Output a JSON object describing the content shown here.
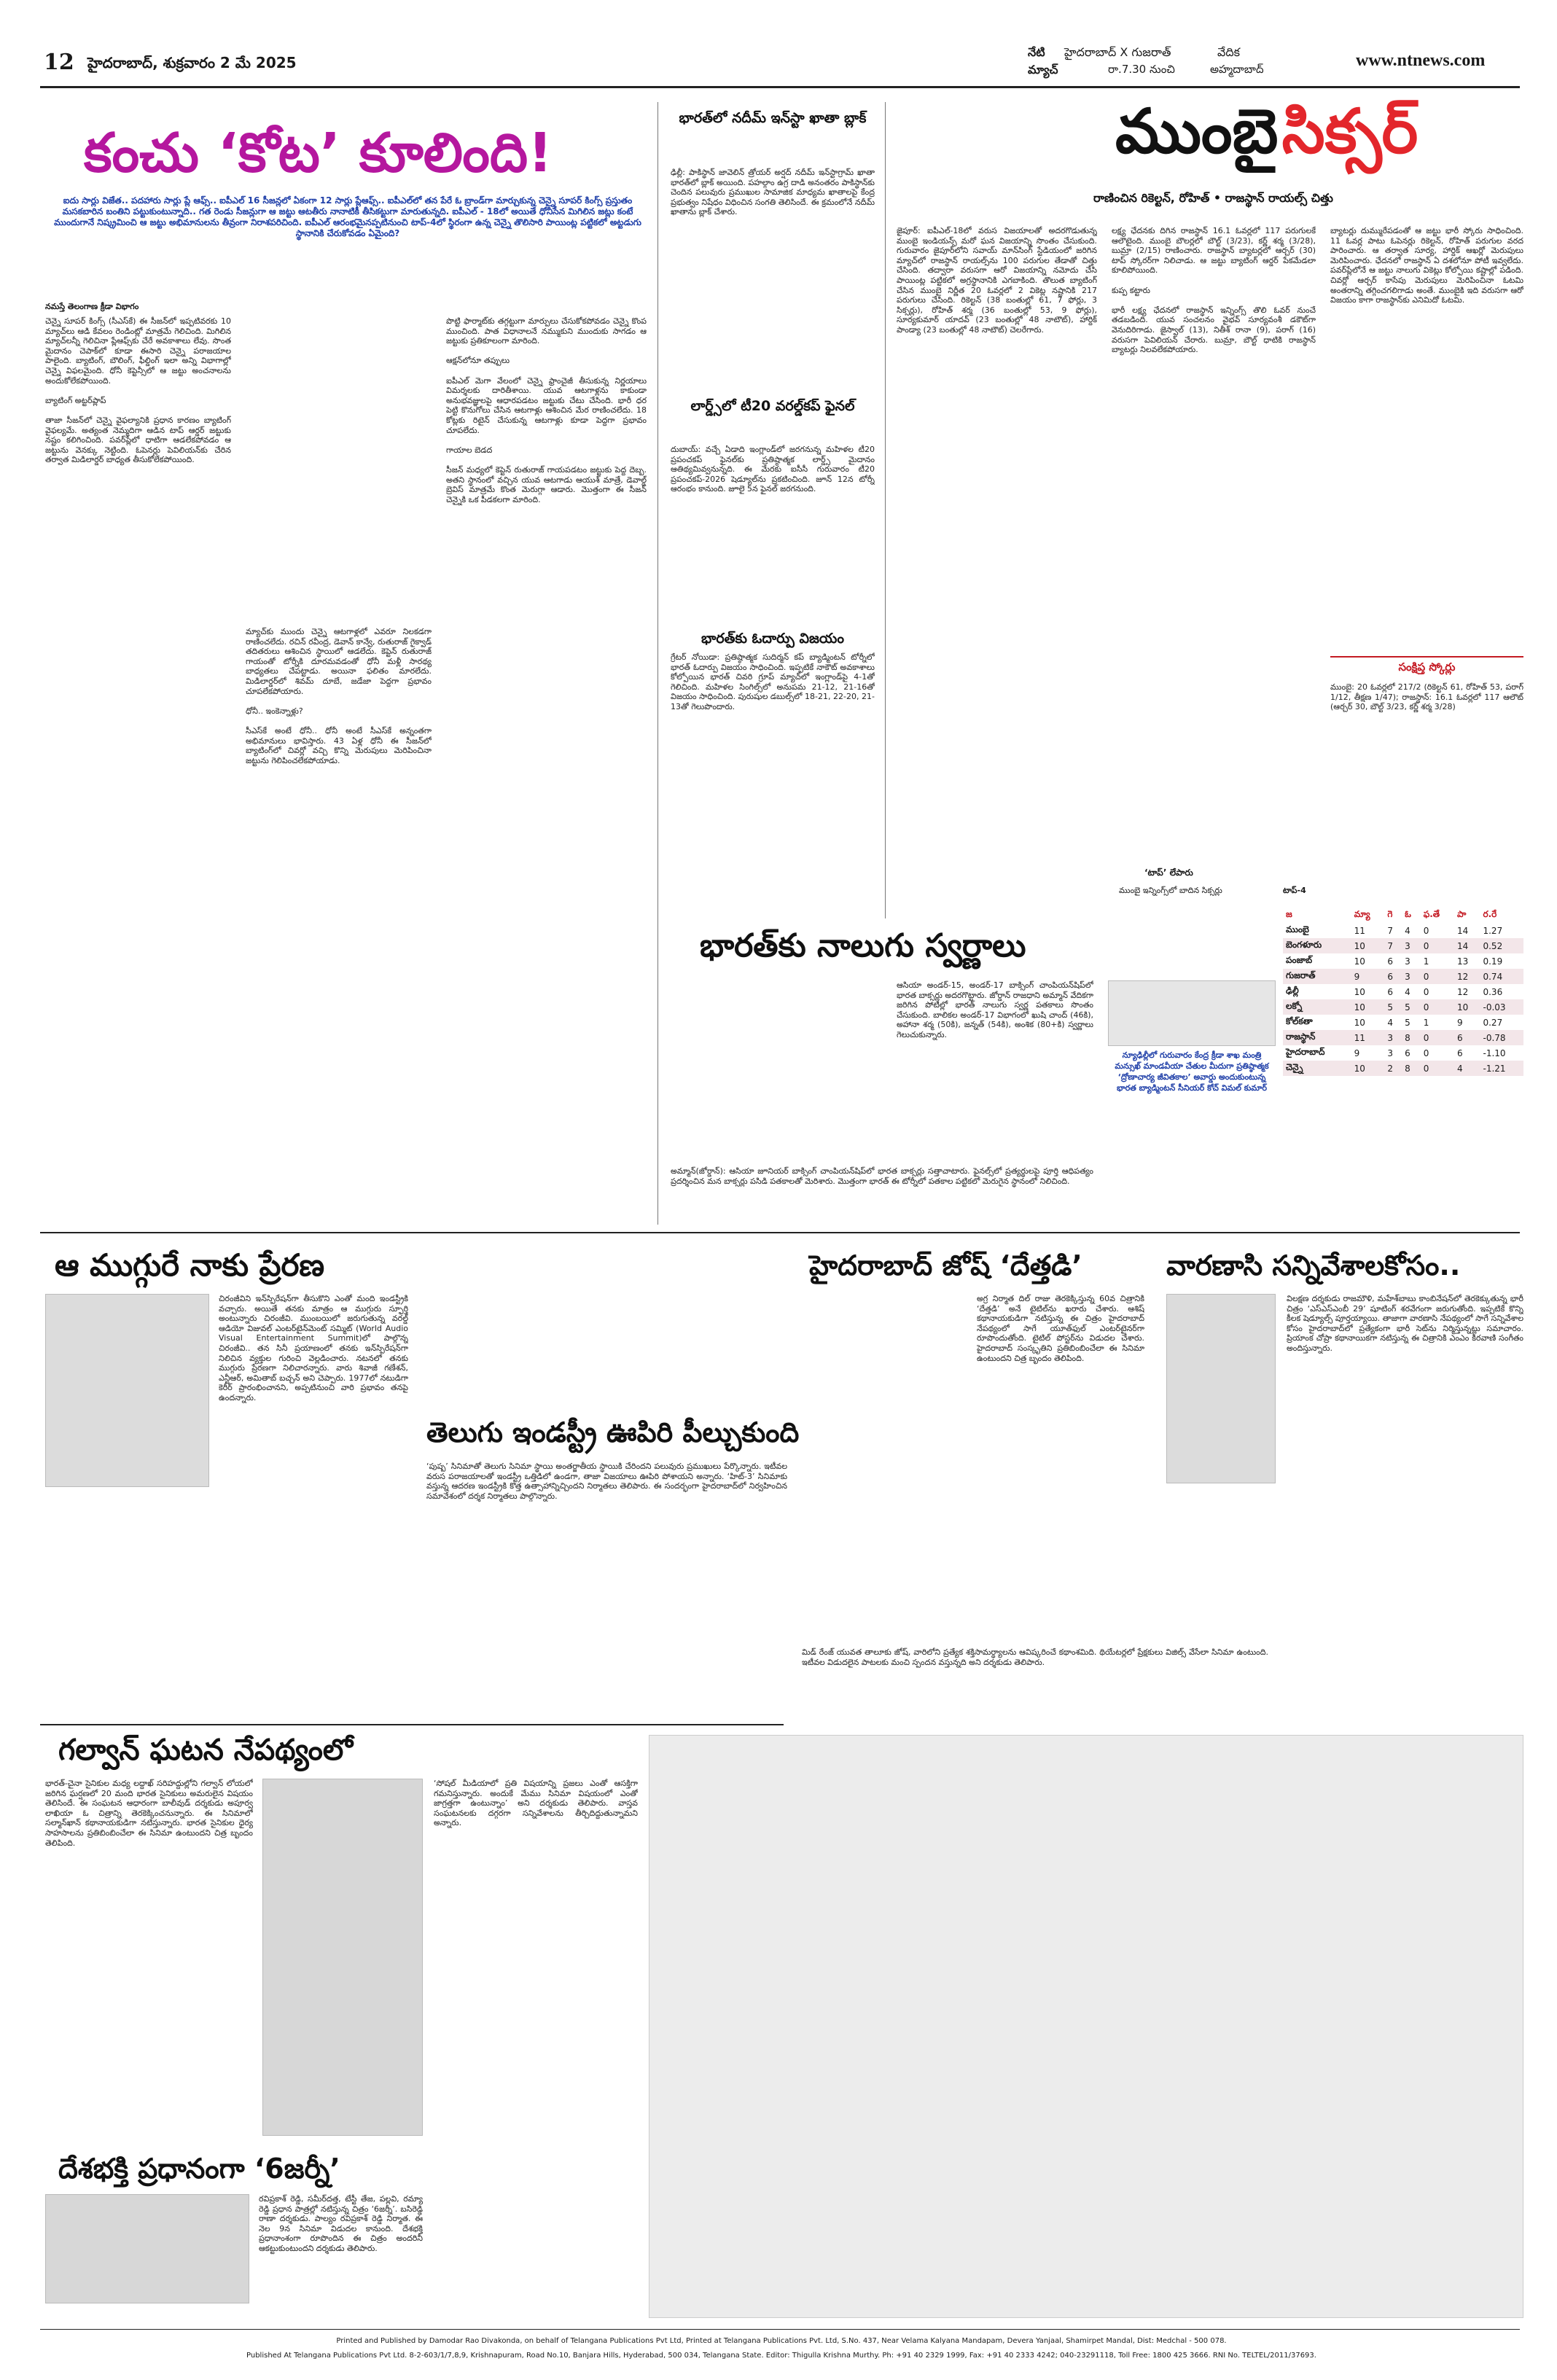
{
  "masthead": {
    "page_no": "12",
    "city_date": "హైదరాబాద్, శుక్రవారం 2 మే 2025",
    "today_label": "నేటి",
    "today_match": "హైదరాబాద్ X గుజరాత్",
    "venue_label": "వేదిక",
    "match_label": "మ్యాచ్",
    "match_time": "రా.7.30 నుంచి",
    "venue": "అహ్మదాబాద్",
    "url": "www.ntnews.com"
  },
  "lead_story": {
    "headline": "కంచు ‘కోట’ కూలింది!",
    "deck": "ఐదు సార్లు విజేత.. పదహారు సార్లు ప్లే ఆఫ్స్‌.. ఐపీఎల్‌ 16 సీజన్లలో ఏకంగా 12 సార్లు ప్లేఆఫ్స్‌.. ఐపీఎల్‌లో తన పేరే ఓ బ్రాండ్‌గా మార్చుకున్న చెన్నై సూపర్‌ కింగ్స్‌ ప్రస్తుతం మసకబారిన బంతిని పట్టుకుంటున్నాది.. గత రెండు సీజన్లుగా ఆ జట్టు ఆటతీరు నానాటికీ తీసికట్టుగా మారుతున్నది. ఐపీఎల్‌ - 18లో అయితే ధోనీసేన మిగిలిన జట్లు కంటే ముందుగానే నిష్క్రమించి ఆ జట్టు అభిమానులను తీవ్రంగా నిరాశపరిచింది. ఐపీఎల్‌ ఆరంభమైనప్పటినుంచి టాప్‌-4లో స్థిరంగా ఉన్న చెన్నై తొలిసారి పాయింట్ల పట్టికలో అట్టడుగు స్థానానికి చేరుకోవడం ఏమైంది?",
    "byline": "నమస్తే తెలంగాణ క్రీడా విభాగం",
    "sub_batting": "బ్యాటింగ్‌ అట్టర్‌ప్లాప్‌",
    "sub_retention": "ఆక్షన్‌లోనూ తప్పులు",
    "sub_injury": "గాయాల బెడద",
    "sub_dhoni": "ధోనీ.. ఇంకెన్నాళ్లు?",
    "col1": "చెన్నై సూపర్‌ కింగ్స్‌ (సీఎస్‌కే) ఈ సీజన్‌లో ఇప్పటివరకు 10 మ్యాచ్‌లు ఆడి కేవలం రెండింట్లో మాత్రమే గెలిచింది. మిగిలిన మ్యాచ్‌లన్నీ గెలిచినా ప్లేఆఫ్స్‌కు చేరే అవకాశాలు లేవు. సొంత మైదానం చెపాక్‌లో కూడా ఈసారి చెన్నై పరాజయాల పాలైంది. బ్యాటింగ్‌, బౌలింగ్‌, ఫీల్డింగ్‌ ఇలా అన్ని విభాగాల్లో చెన్నై విఫలమైంది. ధోనీ కెప్టెన్సీలో ఆ జట్టు అంచనాలను అందుకోలేకపోయింది.\n\nబ్యాటింగ్‌ అట్టర్‌ప్లాప్‌\n\nతాజా సీజన్‌లో చెన్నై వైఫల్యానికి ప్రధాన కారణం బ్యాటింగ్‌ వైఫల్యమే. అత్యంత నెమ్మదిగా ఆడిన టాప్‌ ఆర్డర్‌ జట్టుకు నష్టం కలిగించింది. పవర్‌ప్లేలో ధాటిగా ఆడలేకపోవడం ఆ జట్టును వెనక్కు నెట్టింది. ఓపెనర్లు పెవిలియన్‌కు చేరిన తర్వాత మిడిలార్డర్‌ బాధ్యత తీసుకోలేకపోయింది.",
    "col2": "మ్యాచ్‌కు ముందు చెన్నై ఆటగాళ్లలో ఎవరూ నిలకడగా రాణించలేదు. రచిన్‌ రవీంద్ర, డెవాన్‌ కాన్వే, రుతురాజ్‌ గైక్వాడ్‌ తదితరులు ఆశించిన స్థాయిలో ఆడలేదు. కెప్టెన్‌ రుతురాజ్‌ గాయంతో టోర్నీకి దూరమవడంతో ధోనీ మళ్లీ సారథ్య బాధ్యతలు చేపట్టాడు. అయినా ఫలితం మారలేదు. మిడిలార్డర్‌లో శివమ్‌ దూబే, జడేజా పెద్దగా ప్రభావం చూపలేకపోయారు.\n\nధోనీ.. ఇంకెన్నాళ్లు?\n\nసీఎస్‌కే అంటే ధోనీ.. ధోనీ అంటే సీఎస్‌కే అన్నంతగా అభిమానులు భావిస్తారు. 43 ఏళ్ల ధోనీ ఈ సీజన్‌లో బ్యాటింగ్‌లో చివర్లో వచ్చి కొన్ని మెరుపులు మెరిపించినా జట్టును గెలిపించలేకపోయాడు.",
    "col3": "పొట్టి ఫార్మాట్‌కు తగ్గట్టుగా మార్పులు చేసుకోకపోవడం చెన్నై కొంప ముంచింది. పాత విధానాలనే నమ్ముకుని ముందుకు సాగడం ఆ జట్టుకు ప్రతికూలంగా మారింది.\n\nఆక్షన్‌లోనూ తప్పులు\n\nఐపీఎల్‌ మెగా వేలంలో చెన్నై ఫ్రాంచైజీ తీసుకున్న నిర్ణయాలు విమర్శలకు దారితీశాయి. యువ ఆటగాళ్లను కాకుండా అనుభవజ్ఞులపై ఆధారపడటం జట్టుకు చేటు చేసింది. భారీ ధర పెట్టి కొనుగోలు చేసిన ఆటగాళ్లు ఆశించిన మేర రాణించలేదు. 18 కోట్లకు రిటైన్‌ చేసుకున్న ఆటగాళ్లు కూడా పెద్దగా ప్రభావం చూపలేదు.\n\nగాయాల బెడద\n\nసీజన్‌ మధ్యలో కెప్టెన్‌ రుతురాజ్‌ గాయపడటం జట్టుకు పెద్ద దెబ్బ. అతని స్థానంలో వచ్చిన యువ ఆటగాడు ఆయుశ్‌ మాత్రే, డెవాల్డ్‌ బ్రెవిస్‌ మాత్రమే కొంత మెరుగ్గా ఆడారు. మొత్తంగా ఈ సీజన్‌ చెన్నైకి ఒక పీడకలగా మారింది."
  },
  "brief1": {
    "headline": "భారత్‌లో నదీమ్‌ ఇన్‌స్టా ఖాతా బ్లాక్‌",
    "body": "ఢిల్లీ: పాకిస్థాన్‌ జావెలిన్‌ త్రోయర్‌ అర్షద్‌ నదీమ్‌ ఇన్‌స్టాగ్రామ్‌ ఖాతా భారత్‌లో బ్లాక్‌ అయింది. పహల్గాం ఉగ్ర దాడి అనంతరం పాకిస్థాన్‌కు చెందిన పలువురు ప్రముఖుల సామాజిక మాధ్యమ ఖాతాలపై కేంద్ర ప్రభుత్వం నిషేధం విధించిన సంగతి తెలిసిందే. ఈ క్రమంలోనే నదీమ్‌ ఖాతాను బ్లాక్‌ చేశారు."
  },
  "brief2": {
    "headline": "లార్డ్స్‌లో టీ20 వరల్డ్‌కప్‌ ఫైనల్‌",
    "body": "దుబాయ్‌: వచ్చే ఏడాది ఇంగ్లాండ్‌లో జరగనున్న మహిళల టీ20 ప్రపంచకప్‌ ఫైనల్‌కు ప్రతిష్ఠాత్మక లార్డ్స్‌ మైదానం ఆతిథ్యమివ్వనున్నది. ఈ మేరకు ఐసీసీ గురువారం టీ20 ప్రపంచకప్‌-2026 షెడ్యూల్‌ను ప్రకటించింది. జూన్‌ 12న టోర్నీ ఆరంభం కానుంది. జూలై 5న ఫైనల్‌ జరగనుంది."
  },
  "brief3": {
    "headline": "భారత్‌కు ఓదార్పు విజయం",
    "body": "గ్రేటర్‌ నోయిడా: ప్రతిష్ఠాత్మక సుదిర్మన్‌ కప్‌ బ్యాడ్మింటన్‌ టోర్నీలో భారత్‌ ఓదార్పు విజయం సాధించింది. ఇప్పటికే నాకౌట్‌ అవకాశాలు కోల్పోయిన భారత్‌ చివరి గ్రూప్‌ మ్యాచ్‌లో ఇంగ్లాండ్‌పై 4-1తో గెలిచింది. మహిళల సింగిల్స్‌లో అనుపమ 21-12, 21-16తో విజయం సాధించింది. పురుషుల డబుల్స్‌లో 18-21, 22-20, 21-13తో గెలుపొందారు."
  },
  "mumbai": {
    "headline_1": "ముంబై",
    "headline_2": "సిక్సర్‌",
    "subline": "రాణించిన రికెల్టన్‌, రోహిత్‌ • రాజస్థాన్‌ రాయల్స్‌ చిత్తు",
    "body1": "జైపూర్‌: ఐపీఎల్‌-18లో వరుస విజయాలతో అదరగొడుతున్న ముంబై ఇండియన్స్‌ మరో ఘన విజయాన్ని సొంతం చేసుకుంది. గురువారం జైపూర్‌లోని సవాయ్‌ మాన్‌సింగ్‌ స్టేడియంలో జరిగిన మ్యాచ్‌లో రాజస్థాన్‌ రాయల్స్‌ను 100 పరుగుల తేడాతో చిత్తు చేసింది. తద్వారా వరుసగా ఆరో విజయాన్ని నమోదు చేసి పాయింట్ల పట్టికలో అగ్రస్థానానికి ఎగబాకింది. తొలుత బ్యాటింగ్‌ చేసిన ముంబై నిర్ణీత 20 ఓవర్లలో 2 వికెట్ల నష్టానికి 217 పరుగులు చేసింది. రికెల్టన్‌ (38 బంతుల్లో 61, 7 ఫోర్లు, 3 సిక్సర్లు), రోహిత్‌ శర్మ (36 బంతుల్లో 53, 9 ఫోర్లు), సూర్యకుమార్‌ యాదవ్‌ (23 బంతుల్లో 48 నాటౌట్‌), హార్దిక్‌ పాండ్యా (23 బంతుల్లో 48 నాటౌట్‌) చెలరేగారు.",
    "body2": "లక్ష్య ఛేదనకు దిగిన రాజస్థాన్‌ 16.1 ఓవర్లలో 117 పరుగులకే ఆలౌటైంది. ముంబై బౌలర్లలో బౌల్ట్‌ (3/23), కర్ణ్‌ శర్మ (3/28), బుమ్రా (2/15) రాణించారు. రాజస్థాన్‌ బ్యాటర్లలో ఆర్చర్‌ (30) టాప్‌ స్కోరర్‌గా నిలిచాడు. ఆ జట్టు బ్యాటింగ్‌ ఆర్డర్‌ పేకమేడలా కూలిపోయింది.\n\nకుప్ప కట్టారు\n\nభారీ లక్ష్య ఛేదనలో రాజస్థాన్‌ ఇన్నింగ్స్‌ తొలి ఓవర్‌ నుంచే తడబడింది. యువ సంచలనం వైభవ్‌ సూర్యవంశీ డకౌట్‌గా వెనుదిరిగాడు. జైస్వాల్‌ (13), నితీశ్‌ రానా (9), పరాగ్‌ (16) వరుసగా పెవిలియన్‌ చేరారు. బుమ్రా, బౌల్ట్‌ ధాటికి రాజస్థాన్‌ బ్యాటర్లు నిలవలేకపోయారు.",
    "body3": "బ్యాటర్లు దుమ్మురేపడంతో ఆ జట్టు భారీ స్కోరు సాధించింది. 11 ఓవర్ల పాటు ఓపెనర్లు రికెల్టన్‌, రోహిత్‌ పరుగుల వరద పారించారు. ఆ తర్వాత సూర్య, హార్దిక్‌ ఆఖర్లో మెరుపులు మెరిపించారు. ఛేదనలో రాజస్థాన్‌ ఏ దశలోనూ పోటీ ఇవ్వలేదు. పవర్‌ప్లేలోనే ఆ జట్టు నాలుగు వికెట్లు కోల్పోయి కష్టాల్లో పడింది. చివర్లో ఆర్చర్‌ కాసేపు మెరుపులు మెరిపించినా ఓటమి అంతరాన్ని తగ్గించగలిగాడు అంతే. ముంబైకి ఇది వరుసగా ఆరో విజయం కాగా రాజస్థాన్‌కు ఎనిమిదో ఓటమి.",
    "scores_title": "సంక్షిప్త స్కోర్లు",
    "scores": "ముంబై: 20 ఓవర్లలో 217/2 (రికెల్టన్‌ 61, రోహిత్‌ 53, పరాగ్‌ 1/12, తీక్షణ 1/47); రాజస్థాన్‌: 16.1 ఓవర్లలో 117 ఆలౌట్‌ (ఆర్చర్‌ 30, బౌల్ట్‌ 3/23, కర్ణ్‌ శర్మ 3/28)",
    "top4_label": "‘టాప్‌’ లేపారు",
    "mi_innings": "ముంబై ఇన్నింగ్స్‌లో బాదిన సిక్సర్లు",
    "top4": "టాప్‌-4"
  },
  "points_table": {
    "columns": [
      "జ",
      "మ్యా",
      "గె",
      "ఓ",
      "ఫ.తే",
      "పా",
      "ర.రే"
    ],
    "rows": [
      [
        "ముంబై",
        "11",
        "7",
        "4",
        "0",
        "14",
        "1.27"
      ],
      [
        "బెంగళూరు",
        "10",
        "7",
        "3",
        "0",
        "14",
        "0.52"
      ],
      [
        "పంజాబ్‌",
        "10",
        "6",
        "3",
        "1",
        "13",
        "0.19"
      ],
      [
        "గుజరాత్‌",
        "9",
        "6",
        "3",
        "0",
        "12",
        "0.74"
      ],
      [
        "ఢిల్లీ",
        "10",
        "6",
        "4",
        "0",
        "12",
        "0.36"
      ],
      [
        "లక్నో",
        "10",
        "5",
        "5",
        "0",
        "10",
        "-0.03"
      ],
      [
        "కోల్‌కతా",
        "10",
        "4",
        "5",
        "1",
        "9",
        "0.27"
      ],
      [
        "రాజస్థాన్‌",
        "11",
        "3",
        "8",
        "0",
        "6",
        "-0.78"
      ],
      [
        "హైదరాబాద్‌",
        "9",
        "3",
        "6",
        "0",
        "6",
        "-1.10"
      ],
      [
        "చెన్నై",
        "10",
        "2",
        "8",
        "0",
        "4",
        "-1.21"
      ]
    ]
  },
  "gold": {
    "headline": "భారత్‌కు నాలుగు స్వర్ణాలు",
    "body1": "ఆసియా అండర్‌-15, అండర్‌-17 బాక్సింగ్‌ చాంపియన్‌షిప్‌లో భారత బాక్సర్లు అదరగొట్టారు. జోర్డాన్‌ రాజధాని అమ్మాన్‌ వేదికగా జరిగిన పోటీల్లో భారత్‌ నాలుగు స్వర్ణ పతకాలు సొంతం చేసుకుంది. బాలికల అండర్‌-17 విభాగంలో ఖుషి చాంద్‌ (46కి), అహానా శర్మ (50కి), జన్నత్‌ (54కి), అంశిక (80+కి) స్వర్ణాలు గెలుచుకున్నారు.",
    "body2": "అమ్మాన్‌(జోర్డాన్‌): ఆసియా జూనియర్‌ బాక్సింగ్‌ చాంపియన్‌షిప్‌లో భారత బాక్సర్లు సత్తాచాటారు. ఫైనల్స్‌లో ప్రత్యర్థులపై పూర్తి ఆధిపత్యం ప్రదర్శించిన మన బాక్సర్లు పసిడి పతకాలతో మెరిశారు. మొత్తంగా భారత్‌ ఈ టోర్నీలో పతకాల పట్టికలో మెరుగైన స్థానంలో నిలిచింది.",
    "caption": "న్యూఢిల్లీలో గురువారం కేంద్ర క్రీడా శాఖ మంత్రి మన్సుఖ్‌ మాండవీయా చేతుల మీదుగా ప్రతిష్ఠాత్మక ‘ద్రోణాచార్య జీవితకాల’ అవార్డు అందుకుంటున్న భారత బ్యాడ్మింటన్‌ సీనియర్‌ కోచ్‌ విమల్‌ కుమార్‌"
  },
  "ent1": {
    "headline": "ఆ ముగ్గురే నాకు ప్రేరణ",
    "body": "చిరంజీవిని ఇన్‌స్పిరేషన్‌గా తీసుకొని ఎంతో మంది ఇండస్ట్రీకి వచ్చారు. అయితే తనకు మాత్రం ఆ ముగ్గురు స్ఫూర్తి అంటున్నారు చిరంజీవి. ముంబయిలో జరుగుతున్న వరల్డ్‌ ఆడియో విజువల్‌ ఎంటర్‌టైన్‌మెంట్‌ సమ్మిట్‌ (World Audio Visual Entertainment Summit)లో పాల్గొన్న చిరంజీవి.. తన సినీ ప్రయాణంలో తనకు ఇన్‌స్పిరేషన్‌గా నిలిచిన వ్యక్తుల గురించి వెల్లడించారు. నటనలో తనకు ముగ్గురు ప్రేరణగా నిలిచారన్నారు. వారు శివాజీ గణేశన్‌, ఎన్టీఆర్‌, అమితాబ్‌ బచ్చన్‌ అని చెప్పారు. 1977లో నటుడిగా కెరీర్‌ ప్రారంభించానని, అప్పటినుంచి వారి ప్రభావం తనపై ఉందన్నారు."
  },
  "ent2": {
    "headline": "హైదరాబాద్‌ జోష్‌ ‘దేత్తడి’",
    "body": "అగ్ర నిర్మాత దిల్‌ రాజు తెరకెక్కిస్తున్న 60వ చిత్రానికి ‘దేత్తడి’ అనే టైటిల్‌ను ఖరారు చేశారు. ఆశిష్‌ కథానాయకుడిగా నటిస్తున్న ఈ చిత్రం హైదరాబాద్‌ నేపథ్యంలో సాగే యూత్‌ఫుల్‌ ఎంటర్‌టైనర్‌గా రూపొందుతోంది. టైటిల్‌ పోస్టర్‌ను విడుదల చేశారు. హైదరాబాద్‌ సంస్కృతిని ప్రతిబింబించేలా ఈ సినిమా ఉంటుందని చిత్ర బృందం తెలిపింది."
  },
  "ent3": {
    "headline": "వారణాసి సన్నివేశాలకోసం..",
    "body": "విలక్షణ దర్శకుడు రాజమౌళి, మహేశ్‌బాబు కాంబినేషన్‌లో తెరకెక్కుతున్న భారీ చిత్రం ‘ఎస్‌ఎస్‌ఎంబీ 29’ షూటింగ్‌ శరవేగంగా జరుగుతోంది. ఇప్పటికే కొన్ని కీలక షెడ్యూల్స్‌ పూర్తయ్యాయి. తాజాగా వారణాసి నేపథ్యంలో సాగే సన్నివేశాల కోసం హైదరాబాద్‌లో ప్రత్యేకంగా భారీ సెట్‌ను నిర్మిస్తున్నట్లు సమాచారం. ప్రియాంక చోప్రా కథానాయికగా నటిస్తున్న ఈ చిత్రానికి ఎంఎం కీరవాణి సంగీతం అందిస్తున్నారు."
  },
  "ent4": {
    "headline": "తెలుగు ఇండస్ట్రీ ఊపిరి పీల్చుకుంది",
    "body": "‘పుష్ప’ సినిమాతో తెలుగు సినిమా స్థాయి అంతర్జాతీయ స్థాయికి చేరిందని పలువురు ప్రముఖులు పేర్కొన్నారు. ఇటీవల వరుస పరాజయాలతో ఇండస్ట్రీ ఒత్తిడిలో ఉండగా, తాజా విజయాలు ఊపిరి పోశాయని అన్నారు. ‘హిట్‌-3’ సినిమాకు వస్తున్న ఆదరణ ఇండస్ట్రీకి కొత్త ఉత్సాహాన్నిచ్చిందని నిర్మాతలు తెలిపారు. ఈ సందర్భంగా హైదరాబాద్‌లో నిర్వహించిన సమావేశంలో దర్శక నిర్మాతలు పాల్గొన్నారు.",
    "body2": "మిడ్‌ రేంజ్‌ యువత తాలూకు జోష్‌, వారిలోని ప్రత్యేక శక్తిసామర్థ్యాలను ఆవిష్కరించే కథాంశమిది. థియేటర్లలో ప్రేక్షకులు విజిల్స్‌ వేసేలా సినిమా ఉంటుంది. ఇటీవల విడుదలైన పాటలకు మంచి స్పందన వస్తున్నది అని దర్శకుడు తెలిపారు."
  },
  "galwan": {
    "headline": "గల్వాన్‌ ఘటన నేపథ్యంలో",
    "body": "భారత్‌-చైనా సైనికుల మధ్య లద్దాఖ్‌ సరిహద్దుల్లోని గల్వాన్‌ లోయలో జరిగిన ఘర్షణలో 20 మంది భారత సైనికులు అమరులైన విషయం తెలిసిందే. ఈ సంఘటన ఆధారంగా బాలీవుడ్‌ దర్శకుడు అపూర్వ లాఖియా ఓ చిత్రాన్ని తెరకెక్కించనున్నారు. ఈ సినిమాలో సల్మాన్‌ఖాన్‌ కథానాయకుడిగా నటిస్తున్నారు. భారత సైనికుల ధైర్య సాహసాలను ప్రతిబింబించేలా ఈ సినిమా ఉంటుందని చిత్ర బృందం తెలిపింది.",
    "body2": "‘సోషల్‌ మీడియాలో ప్రతి విషయాన్ని ప్రజలు ఎంతో ఆసక్తిగా గమనిస్తున్నారు. అందుకే మేము సినిమా విషయంలో ఎంతో జాగ్రత్తగా ఉంటున్నాం’ అని దర్శకుడు తెలిపారు. వాస్తవ సంఘటనలకు దగ్గరగా సన్నివేశాలను తీర్చిదిద్దుతున్నామని అన్నారు."
  },
  "jersey": {
    "headline": "దేశభక్తి ప్రధానంగా ‘6జర్నీ’",
    "body": "రవిప్రకాశ్‌ రెడ్డి, సమీర్‌దత్త, టేస్టీ తేజ, పల్లవి, రమ్యా రెడ్డి ప్రధాన పాత్రల్లో నటిస్తున్న చిత్రం ‘6జర్నీ’. బసిరెడ్డి రాణా దర్శకుడు. పాల్యం రవిప్రకాశ్‌ రెడ్డి నిర్మాత. ఈ నెల 9న సినిమా విడుదల కానుంది. దేశభక్తి ప్రధానాంశంగా రూపొందిన ఈ చిత్రం అందరినీ ఆకట్టుకుంటుందని దర్శకుడు తెలిపారు."
  },
  "footer": {
    "line1": "Printed and Published by Damodar Rao Divakonda, on behalf of Telangana Publications Pvt Ltd, Printed at Telangana Publications Pvt. Ltd, S.No. 437, Near Velama Kalyana Mandapam, Devera Yanjaal, Shamirpet Mandal, Dist: Medchal - 500 078.",
    "line2": "Published At Telangana Publications Pvt Ltd. 8-2-603/1/7,8,9, Krishnapuram, Road No.10, Banjara Hills, Hyderabad, 500 034, Telangana State. Editor: Thigulla Krishna Murthy. Ph: +91 40 2329 1999, Fax: +91 40 2333 4242; 040-23291118, Toll Free: 1800 425 3666. RNI No. TELTEL/2011/37693."
  },
  "colors": {
    "magenta": "#b5179e",
    "red": "#e3262b",
    "navy": "#1a2d8f",
    "table_pink": "#f3e6e9"
  }
}
